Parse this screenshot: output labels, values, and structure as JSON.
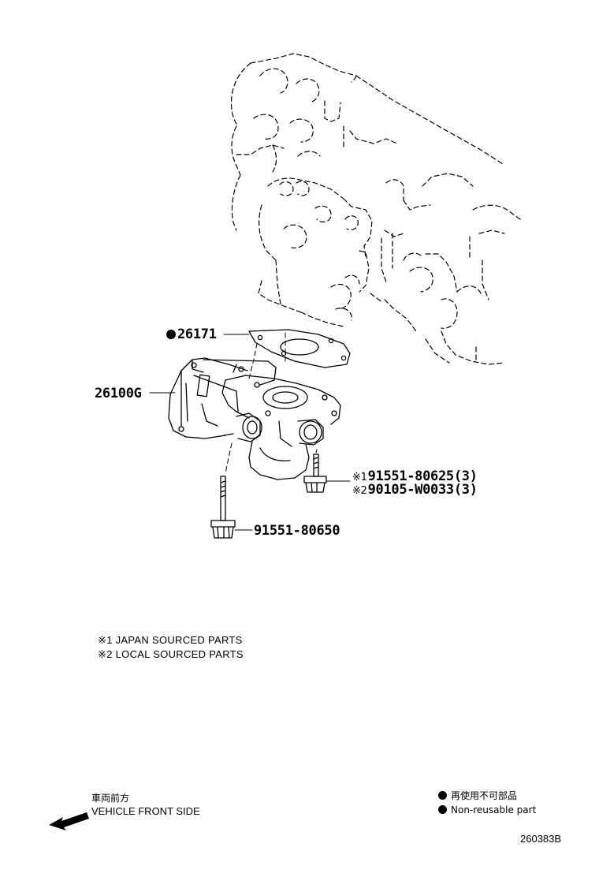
{
  "callouts": {
    "gasket": {
      "part_number": "26171",
      "non_reusable": true
    },
    "throttle_body": {
      "part_number": "26100G"
    },
    "bolt_short_japan": {
      "marker": "※1",
      "part_number": "91551-80625(3)"
    },
    "bolt_short_local": {
      "marker": "※2",
      "part_number": "90105-W0033(3)"
    },
    "bolt_long": {
      "part_number": "91551-80650"
    }
  },
  "notes": {
    "note1": "※1 JAPAN SOURCED PARTS",
    "note2": "※2 LOCAL SOURCED PARTS"
  },
  "direction": {
    "label_jp": "車両前方",
    "label_en": "VEHICLE FRONT SIDE",
    "icon": "arrow-left-icon"
  },
  "legend": {
    "nonreusable_jp": "再使用不可部品",
    "nonreusable_en": "Non-reusable part",
    "icon": "filled-circle-icon"
  },
  "diagram_code": "260383B",
  "colors": {
    "line": "#000000",
    "background": "#ffffff"
  }
}
